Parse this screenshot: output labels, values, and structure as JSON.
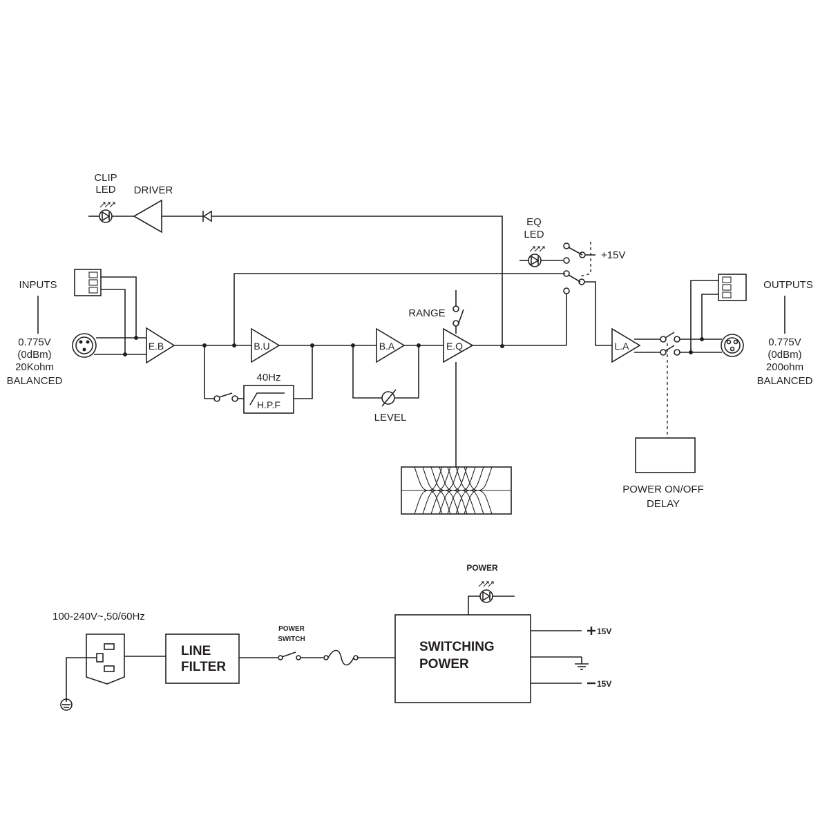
{
  "labels": {
    "clip_led_1": "CLIP",
    "clip_led_2": "LED",
    "driver": "DRIVER",
    "eq_led_1": "EQ",
    "eq_led_2": "LED",
    "plus15_top": "+15V",
    "inputs": "INPUTS",
    "in_spec_1": "0.775V",
    "in_spec_2": "(0dBm)",
    "in_spec_3": "20Kohm",
    "in_spec_4": "BALANCED",
    "outputs": "OUTPUTS",
    "out_spec_1": "0.775V",
    "out_spec_2": "(0dBm)",
    "out_spec_3": "200ohm",
    "out_spec_4": "BALANCED",
    "range": "RANGE",
    "level": "LEVEL",
    "hpf_freq": "40Hz",
    "power_delay_1": "POWER ON/OFF",
    "power_delay_2": "DELAY",
    "mains": "100-240V~,50/60Hz",
    "line_filter_1": "LINE",
    "line_filter_2": "FILTER",
    "power_switch_1": "POWER",
    "power_switch_2": "SWITCH",
    "power_led": "POWER",
    "switching_power_1": "SWITCHING",
    "switching_power_2": "POWER",
    "out_plus15": "15V",
    "out_minus15": "15V"
  },
  "blocks": {
    "eb": "E.B",
    "bu": "B.U",
    "ba": "B.A",
    "eq": "E.Q",
    "la": "L.A",
    "hpf": "H.P.F"
  }
}
